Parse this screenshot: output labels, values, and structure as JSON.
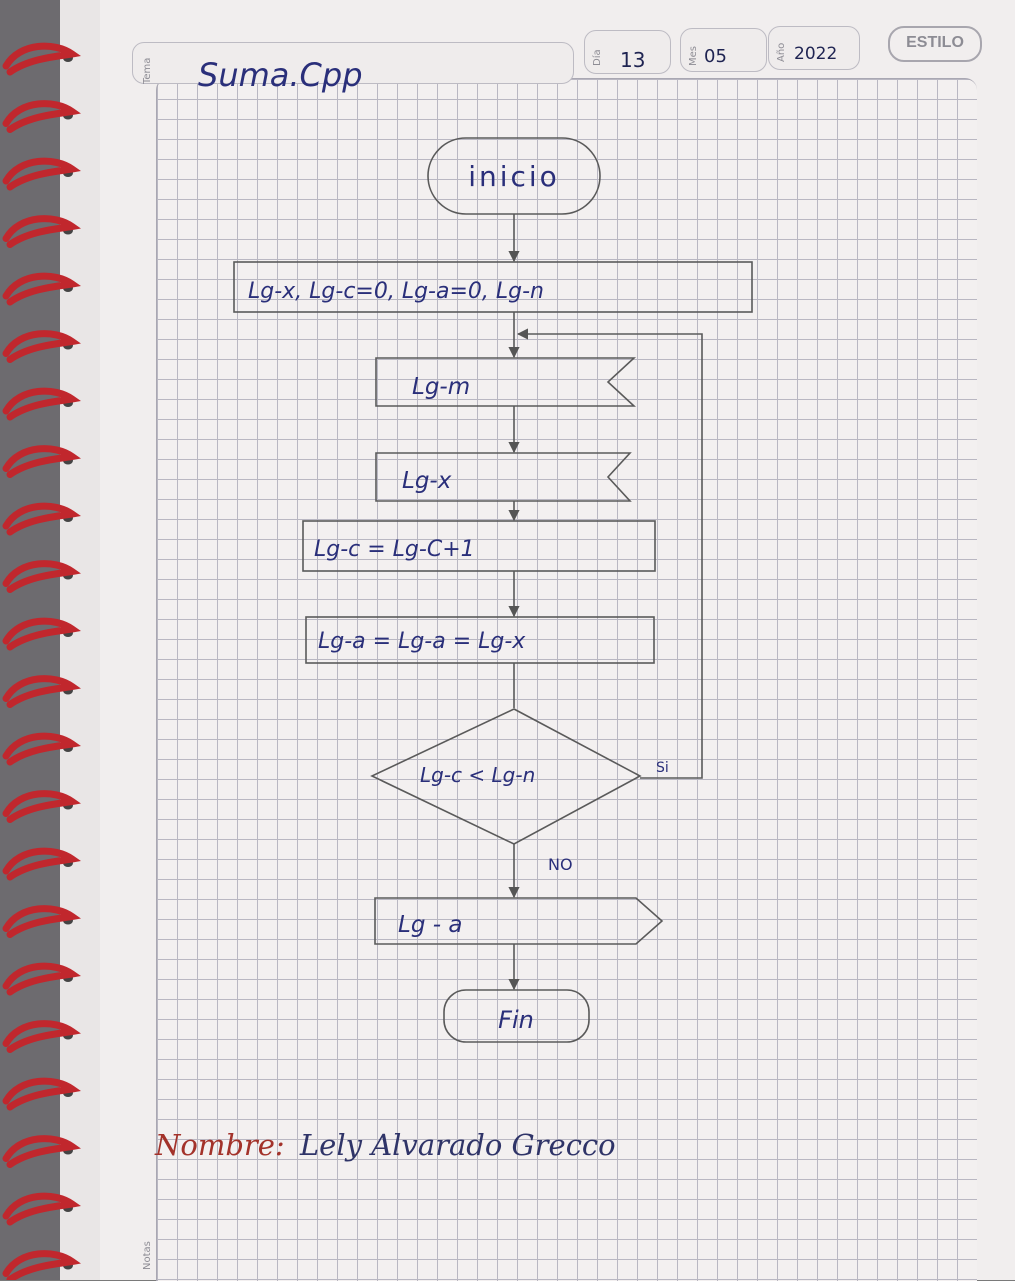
{
  "header": {
    "tema_label": "Tema",
    "tema_value": "Suma.Cpp",
    "dia_label": "Día",
    "dia_value": "13",
    "mes_label": "Mes",
    "mes_value": "05",
    "ano_label": "Año",
    "ano_value": "2022",
    "brand": "ESTILO"
  },
  "footer": {
    "notas_label": "Notas"
  },
  "flowchart": {
    "start": "inicio",
    "init_process": "Lg-x, Lg-c=0, Lg-a=0, Lg-n",
    "input_m": "Lg-m",
    "input_x": "Lg-x",
    "process_c": "Lg-c = Lg-C+1",
    "process_a": "Lg-a = Lg-a = Lg-x",
    "decision": "Lg-c < Lg-n",
    "yes_label": "Si",
    "no_label": "NO",
    "output": "Lg - a",
    "end": "Fin"
  },
  "signature": {
    "label": "Nombre:",
    "name": "Lely Alvarado Grecco"
  },
  "colors": {
    "ink_blue": "#2a2f7a",
    "ink_pencil": "#555555",
    "ink_red": "#a3322a",
    "spiral_red": "#c1272d"
  }
}
